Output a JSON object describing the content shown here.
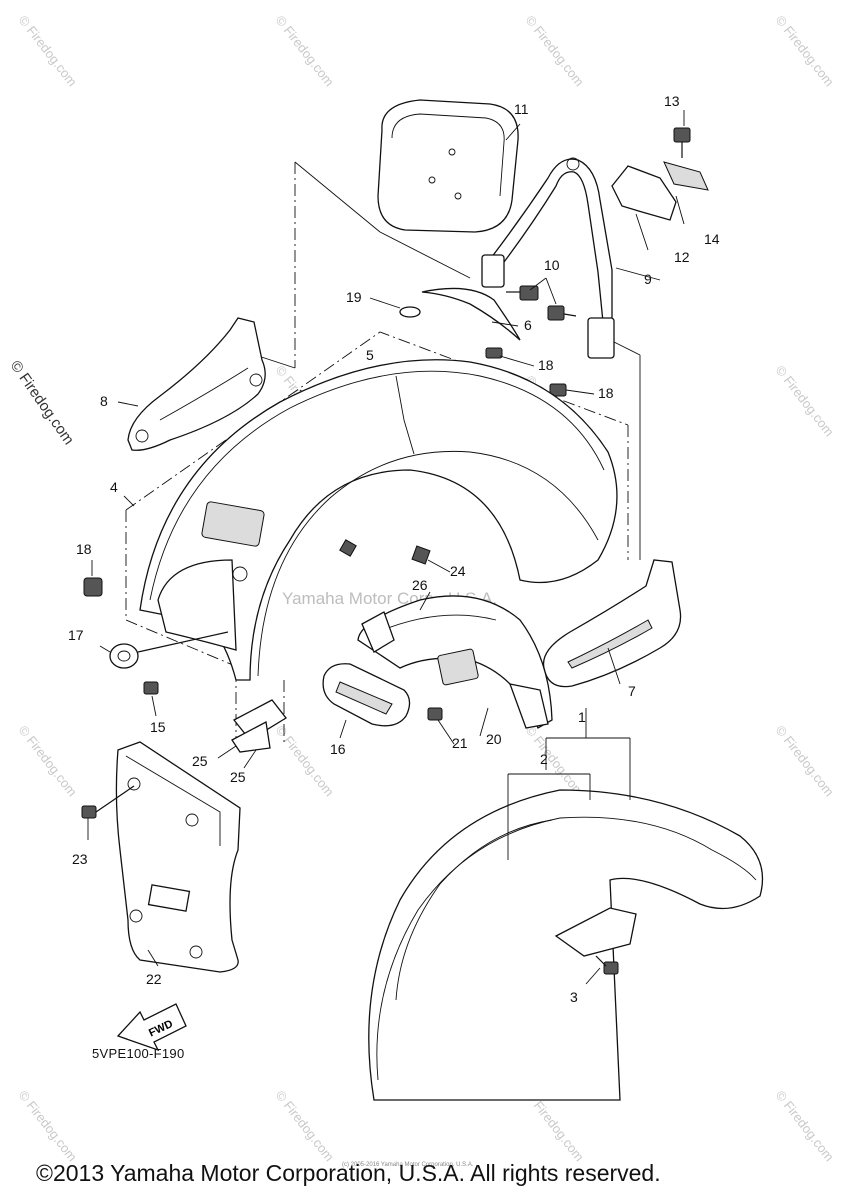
{
  "diagram": {
    "callouts": {
      "c1": "1",
      "c2": "2",
      "c3": "3",
      "c4": "4",
      "c5": "5",
      "c6": "6",
      "c7": "7",
      "c8": "8",
      "c9": "9",
      "c10": "10",
      "c11": "11",
      "c12": "12",
      "c13": "13",
      "c14": "14",
      "c15": "15",
      "c16": "16",
      "c17": "17",
      "c18a": "18",
      "c18b": "18",
      "c18c": "18",
      "c19": "19",
      "c20": "20",
      "c21": "21",
      "c22": "22",
      "c23": "23",
      "c24": "24",
      "c25a": "25",
      "c25b": "25",
      "c26": "26"
    },
    "fwd_label": "FWD",
    "diagram_code": "5VPE100-F190",
    "center_watermark": "Yamaha Motor Corp., U.S.A.",
    "watermark": "© Firedog.com",
    "tiny_note": "(c) 2005-2016 Yamaha Motor Corporation, U.S.A.",
    "copyright": "©2013 Yamaha Motor Corporation, U.S.A. All rights reserved."
  }
}
